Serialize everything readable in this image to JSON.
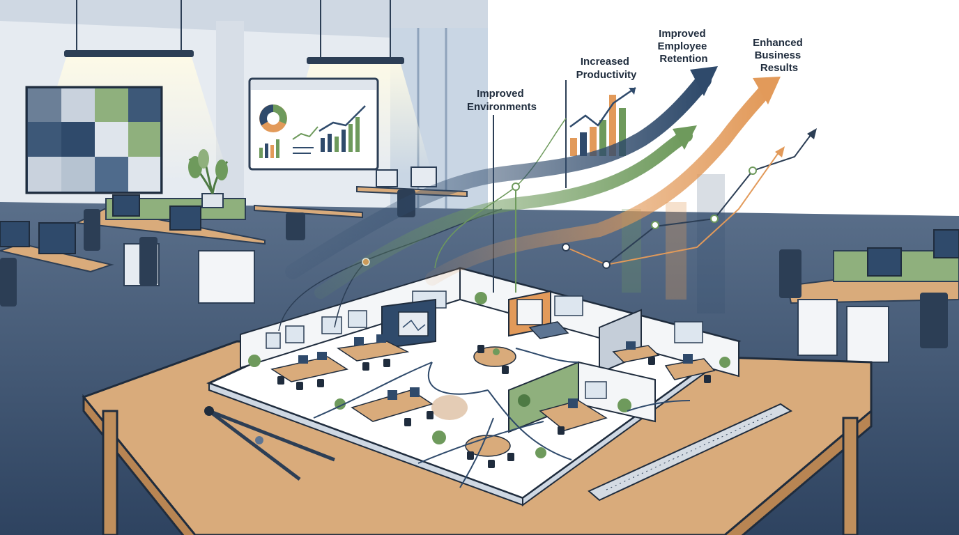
{
  "labels": {
    "improved_environments": [
      "Improved",
      "Environments"
    ],
    "increased_productivity": [
      "Increased",
      "Productivity"
    ],
    "improved_retention": [
      "Improved",
      "Employee",
      "Retention"
    ],
    "enhanced_results": [
      "Enhanced",
      "Business",
      "Results"
    ]
  },
  "colors": {
    "navy": "#2f4a6b",
    "green": "#6e9a5c",
    "orange": "#e29a5a",
    "floor": "#3e5470",
    "table": "#d9ab7b",
    "wall": "#f4f6f8"
  }
}
